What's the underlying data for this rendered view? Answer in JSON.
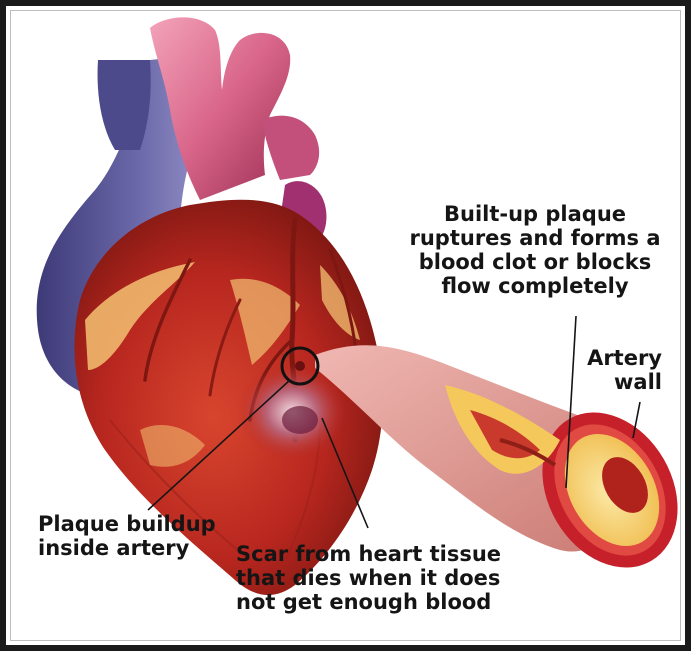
{
  "labels": {
    "rupture": [
      "Built-up plaque",
      "ruptures and forms a",
      "blood clot or blocks",
      "flow completely"
    ],
    "artery_wall": [
      "Artery",
      "wall"
    ],
    "plaque_buildup": [
      "Plaque buildup",
      "inside artery"
    ],
    "scar": [
      "Scar from heart tissue",
      "that dies when it does",
      "not get enough blood"
    ]
  },
  "colors": {
    "myocardium": "#b8271f",
    "myocardium_dark": "#7e1712",
    "fat": "#f2c27a",
    "aorta": "#d9668a",
    "vein": "#5f5c9c",
    "artery_wall": "#c6202a",
    "plaque": "#f4c85a",
    "frame": "#1a1a1a"
  }
}
